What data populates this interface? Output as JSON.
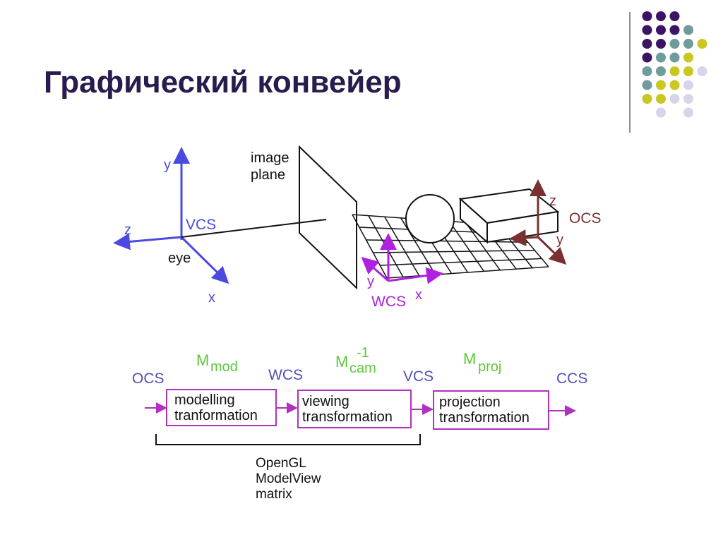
{
  "slide": {
    "title": "Графический конвейер"
  },
  "colors": {
    "title": "#2a1a4e",
    "dot_purple": "#3b1466",
    "dot_teal": "#6f9b9b",
    "dot_yellow": "#c8c820",
    "dot_lavender": "#d6d6ea",
    "vcs_axes": "#4a4ae0",
    "wcs_axes": "#b020e0",
    "ocs_axes": "#7a3030",
    "matrix_labels": "#5cc83c",
    "space_labels": "#5050b8",
    "boxes": "#b030c0"
  },
  "scene": {
    "image_plane_label_line1": "image",
    "image_plane_label_line2": "plane",
    "vcs": {
      "name": "VCS",
      "x": "x",
      "y": "y",
      "z": "z",
      "eye": "eye"
    },
    "wcs": {
      "name": "WCS",
      "x": "x",
      "y": "y"
    },
    "ocs": {
      "name": "OCS",
      "y": "y",
      "z": "z"
    }
  },
  "pipeline": {
    "spaces": [
      "OCS",
      "WCS",
      "VCS",
      "CCS"
    ],
    "matrices": [
      {
        "base": "M",
        "sub": "mod",
        "sup": ""
      },
      {
        "base": "M",
        "sub": "cam",
        "sup": "-1"
      },
      {
        "base": "M",
        "sub": "proj",
        "sup": ""
      }
    ],
    "stages": [
      {
        "line1": "modelling",
        "line2": "tranformation"
      },
      {
        "line1": "viewing",
        "line2": "transformation"
      },
      {
        "line1": "projection",
        "line2": "transformation"
      }
    ],
    "brace_label": [
      "OpenGL",
      "ModelView",
      "matrix"
    ]
  }
}
